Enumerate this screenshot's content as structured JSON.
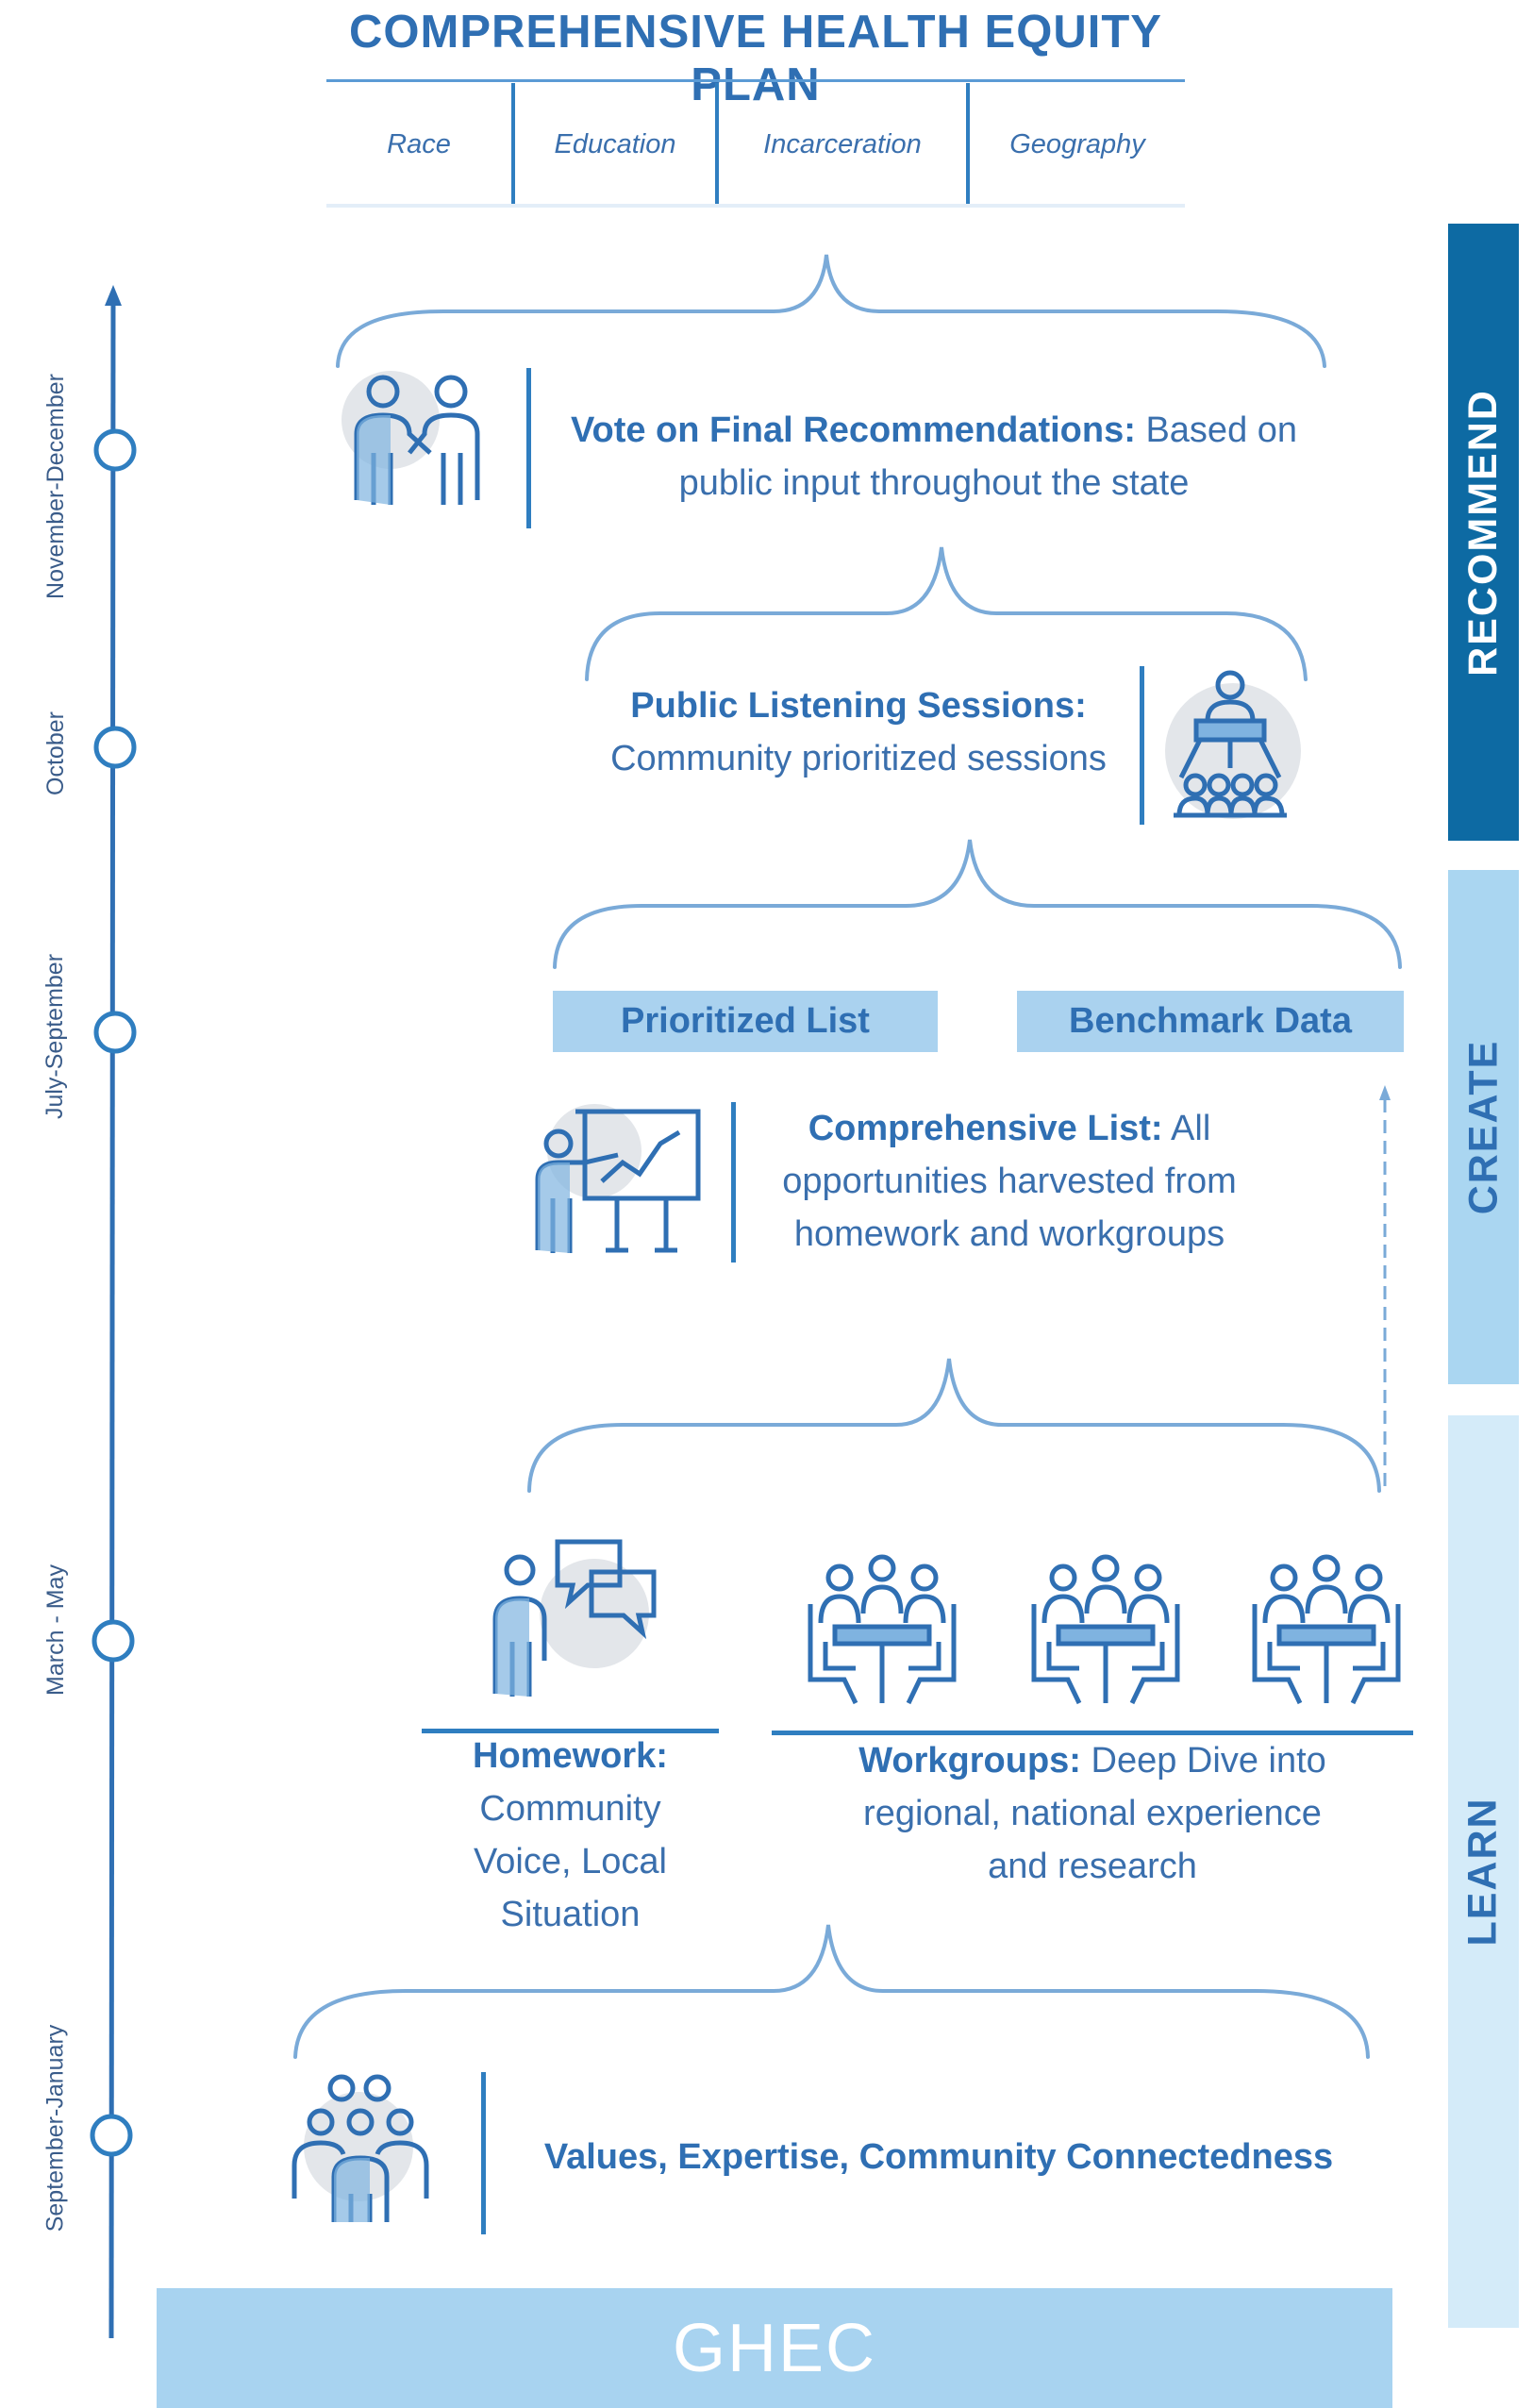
{
  "header": {
    "title": "COMPREHENSIVE HEALTH EQUITY PLAN",
    "tabs": [
      "Race",
      "Education",
      "Incarceration",
      "Geography"
    ]
  },
  "stages": {
    "recommend": "RECOMMEND",
    "create": "CREATE",
    "learn": "LEARN"
  },
  "timeline": {
    "periods": [
      "November-December",
      "October",
      "July-September",
      "March - May",
      "September-January"
    ]
  },
  "steps": {
    "vote": {
      "title": "Vote on Final Recommendations:",
      "text": "Based on",
      "line2": "public input throughout the state"
    },
    "listening": {
      "title": "Public Listening Sessions:",
      "text": "Community prioritized sessions"
    },
    "prioritized": "Prioritized List",
    "benchmark": "Benchmark Data",
    "comprehensive": {
      "title": "Comprehensive List:",
      "text": "All",
      "line2": "opportunities harvested from",
      "line3": "homework and workgroups"
    },
    "homework": {
      "title": "Homework:",
      "lines": [
        "Community",
        "Voice, Local",
        "Situation"
      ]
    },
    "workgroups": {
      "title": "Workgroups:",
      "text": "Deep Dive into",
      "line2": "regional, national experience",
      "line3": "and research"
    },
    "values": "Values, Expertise, Community Connectedness"
  },
  "footer": {
    "label": "GHEC"
  },
  "colors": {
    "primary_blue": "#2f6fb3",
    "recommend_bg": "#0d6aa3",
    "create_bg": "#aad6f1",
    "learn_bg": "#d4ebf9",
    "ghec_bg": "#a8d3f0",
    "brace": "#7aaad8"
  },
  "icons": {
    "vote": "handshake-people-icon",
    "listening": "presenter-audience-icon",
    "comprehensive": "presentation-chart-icon",
    "homework": "person-speech-bubbles-icon",
    "workgroups": "meeting-table-icon",
    "values": "community-group-icon"
  }
}
